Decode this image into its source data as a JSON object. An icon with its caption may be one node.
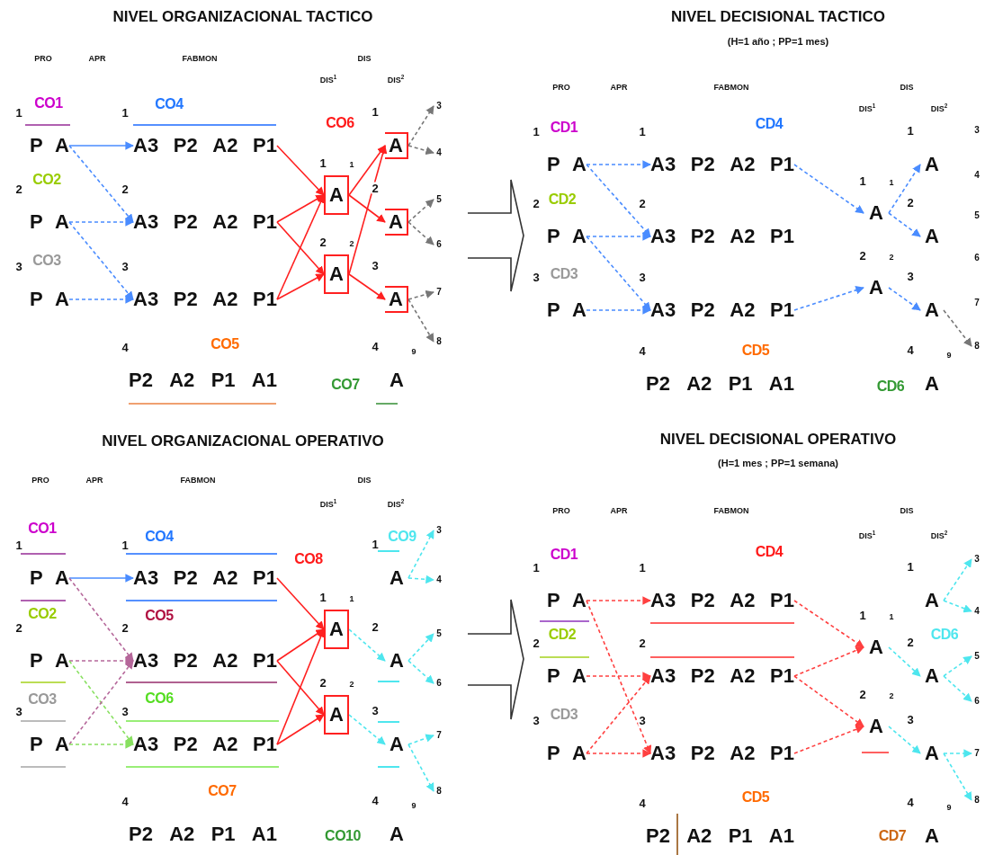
{
  "diagram": {
    "nodes": [
      {
        "text": [
          "P",
          "A"
        ],
        "beside": [
          "1"
        ]
      },
      {
        "text": [
          "P",
          "A"
        ],
        "beside": [
          "2"
        ]
      },
      {
        "text": [
          "P",
          "A"
        ],
        "beside": [
          "3"
        ]
      },
      {
        "text": [
          "A3",
          "P2",
          "A2",
          "P1"
        ],
        "beside": [
          "1"
        ]
      },
      {
        "text": [
          "A3",
          "P2",
          "A2",
          "P1"
        ],
        "beside": [
          "2"
        ]
      },
      {
        "text": [
          "A3",
          "P2",
          "A2",
          "P1"
        ],
        "beside": [
          "3"
        ]
      },
      {
        "text": [
          "P2",
          "A2",
          "P1",
          "A1"
        ],
        "beside": [
          "4"
        ]
      },
      {
        "text": [
          "A"
        ],
        "beside": [
          "1",
          "1"
        ]
      },
      {
        "text": [
          "A"
        ],
        "beside": [
          "2",
          "2"
        ]
      },
      {
        "text": [
          "A"
        ],
        "beside": [
          "1"
        ]
      },
      {
        "text": [
          "A"
        ],
        "beside": [
          "2"
        ]
      },
      {
        "text": [
          "A"
        ],
        "beside": [
          "3"
        ]
      },
      {
        "text": [
          "A"
        ],
        "beside": [
          "4",
          "9"
        ]
      },
      {
        "text": [
          "3"
        ]
      },
      {
        "text": [
          "4"
        ]
      },
      {
        "text": [
          "5"
        ]
      },
      {
        "text": [
          "6"
        ]
      },
      {
        "text": [
          "7"
        ]
      },
      {
        "text": [
          "8"
        ]
      },
      {
        "text": [
          "P",
          "A"
        ],
        "beside": [
          "1"
        ]
      },
      {
        "text": [
          "P",
          "A"
        ],
        "beside": [
          "2"
        ]
      },
      {
        "text": [
          "P",
          "A"
        ],
        "beside": [
          "3"
        ]
      },
      {
        "text": [
          "A3",
          "P2",
          "A2",
          "P1"
        ],
        "beside": [
          "1"
        ]
      },
      {
        "text": [
          "A3",
          "P2",
          "A2",
          "P1"
        ],
        "beside": [
          "2"
        ]
      },
      {
        "text": [
          "A3",
          "P2",
          "A2",
          "P1"
        ],
        "beside": [
          "3"
        ]
      },
      {
        "text": [
          "P2",
          "A2",
          "P1",
          "A1"
        ],
        "beside": [
          "4"
        ]
      },
      {
        "text": [
          "A"
        ],
        "beside": [
          "1",
          "1"
        ]
      },
      {
        "text": [
          "A"
        ],
        "beside": [
          "2",
          "2"
        ]
      },
      {
        "text": [
          "A"
        ],
        "beside": [
          "1"
        ]
      },
      {
        "text": [
          "A"
        ],
        "beside": [
          "2"
        ]
      },
      {
        "text": [
          "A"
        ],
        "beside": [
          "3"
        ]
      },
      {
        "text": [
          "A"
        ],
        "beside": [
          "4",
          "9"
        ]
      },
      {
        "text": [
          "3"
        ]
      },
      {
        "text": [
          "4"
        ]
      },
      {
        "text": [
          "5"
        ]
      },
      {
        "text": [
          "6"
        ]
      },
      {
        "text": [
          "7"
        ]
      },
      {
        "text": [
          "8"
        ]
      },
      {
        "text": [
          "P",
          "A"
        ],
        "beside": [
          "1"
        ]
      },
      {
        "text": [
          "P",
          "A"
        ],
        "beside": [
          "2"
        ]
      },
      {
        "text": [
          "P",
          "A"
        ],
        "beside": [
          "3"
        ]
      },
      {
        "text": [
          "A3",
          "P2",
          "A2",
          "P1"
        ],
        "beside": [
          "1"
        ]
      },
      {
        "text": [
          "A3",
          "P2",
          "A2",
          "P1"
        ],
        "beside": [
          "2"
        ]
      },
      {
        "text": [
          "A3",
          "P2",
          "A2",
          "P1"
        ],
        "beside": [
          "3"
        ]
      },
      {
        "text": [
          "P2",
          "A2",
          "P1",
          "A1"
        ],
        "beside": [
          "4"
        ]
      },
      {
        "text": [
          "A"
        ],
        "beside": [
          "1",
          "1"
        ]
      },
      {
        "text": [
          "A"
        ],
        "beside": [
          "2",
          "2"
        ]
      },
      {
        "text": [
          "A"
        ],
        "beside": [
          "1"
        ]
      },
      {
        "text": [
          "A"
        ],
        "beside": [
          "2"
        ]
      },
      {
        "text": [
          "A"
        ],
        "beside": [
          "3"
        ]
      },
      {
        "text": [
          "A"
        ],
        "beside": [
          "4",
          "9"
        ]
      },
      {
        "text": [
          "3"
        ]
      },
      {
        "text": [
          "4"
        ]
      },
      {
        "text": [
          "5"
        ]
      },
      {
        "text": [
          "6"
        ]
      },
      {
        "text": [
          "7"
        ]
      },
      {
        "text": [
          "8"
        ]
      },
      {
        "text": [
          "P",
          "A"
        ],
        "beside": [
          "1"
        ]
      },
      {
        "text": [
          "P",
          "A"
        ],
        "beside": [
          "2"
        ]
      },
      {
        "text": [
          "P",
          "A"
        ],
        "beside": [
          "3"
        ]
      },
      {
        "text": [
          "A3",
          "P2",
          "A2",
          "P1"
        ],
        "beside": [
          "1"
        ]
      },
      {
        "text": [
          "A3",
          "P2",
          "A2",
          "P1"
        ],
        "beside": [
          "2"
        ]
      },
      {
        "text": [
          "A3",
          "P2",
          "A2",
          "P1"
        ],
        "beside": [
          "3"
        ]
      },
      {
        "text": [
          "P2",
          "A2",
          "P1",
          "A1"
        ],
        "beside": [
          "4"
        ]
      },
      {
        "text": [
          "A"
        ],
        "beside": [
          "1",
          "1"
        ]
      },
      {
        "text": [
          "A"
        ],
        "beside": [
          "2",
          "2"
        ]
      },
      {
        "text": [
          "A"
        ],
        "beside": [
          "1"
        ]
      },
      {
        "text": [
          "A"
        ],
        "beside": [
          "2"
        ]
      },
      {
        "text": [
          "A"
        ],
        "beside": [
          "3"
        ]
      },
      {
        "text": [
          "A"
        ],
        "beside": [
          "4",
          "9"
        ]
      },
      {
        "text": [
          "3"
        ]
      },
      {
        "text": [
          "4"
        ]
      },
      {
        "text": [
          "5"
        ]
      },
      {
        "text": [
          "6"
        ]
      },
      {
        "text": [
          "7"
        ]
      },
      {
        "text": [
          "8"
        ]
      }
    ],
    "edges": [
      {
        "from": 0,
        "to": 3,
        "arrow": "to",
        "color": "#4a8cff"
      },
      {
        "from": 0,
        "to": 4,
        "arrow": "to",
        "style": "dashed",
        "color": "#4a8cff"
      },
      {
        "from": 1,
        "to": 4,
        "arrow": "to",
        "style": "dashed",
        "color": "#4a8cff"
      },
      {
        "from": 1,
        "to": 5,
        "arrow": "to",
        "style": "dashed",
        "color": "#4a8cff"
      },
      {
        "from": 2,
        "to": 5,
        "arrow": "to",
        "style": "dashed",
        "color": "#4a8cff"
      },
      {
        "from": 3,
        "to": 7,
        "arrow": "to",
        "color": "#ff2020"
      },
      {
        "from": 4,
        "to": 7,
        "arrow": "to",
        "color": "#ff2020"
      },
      {
        "from": 4,
        "to": 8,
        "arrow": "to",
        "color": "#ff2020"
      },
      {
        "from": 5,
        "to": 7,
        "arrow": "to",
        "color": "#ff2020"
      },
      {
        "from": 5,
        "to": 8,
        "arrow": "to",
        "color": "#ff2020"
      },
      {
        "from": 7,
        "to": 9,
        "arrow": "to",
        "color": "#ff2020"
      },
      {
        "from": 7,
        "to": 10,
        "arrow": "to",
        "color": "#ff2020"
      },
      {
        "from": 8,
        "to": 9,
        "arrow": "to",
        "color": "#ff2020"
      },
      {
        "from": 8,
        "to": 11,
        "arrow": "to",
        "color": "#ff2020"
      },
      {
        "from": 9,
        "to": 13,
        "arrow": "to",
        "style": "dashed",
        "color": "#777777"
      },
      {
        "from": 9,
        "to": 14,
        "arrow": "to",
        "style": "dashed",
        "color": "#777777"
      },
      {
        "from": 10,
        "to": 15,
        "arrow": "to",
        "style": "dashed",
        "color": "#777777"
      },
      {
        "from": 10,
        "to": 16,
        "arrow": "to",
        "style": "dashed",
        "color": "#777777"
      },
      {
        "from": 11,
        "to": 17,
        "arrow": "to",
        "style": "dashed",
        "color": "#777777"
      },
      {
        "from": 11,
        "to": 18,
        "arrow": "to",
        "style": "dashed",
        "color": "#777777"
      },
      {
        "from": 19,
        "to": 22,
        "arrow": "to",
        "style": "dashed",
        "color": "#4a8cff"
      },
      {
        "from": 19,
        "to": 23,
        "arrow": "to",
        "style": "dashed",
        "color": "#4a8cff"
      },
      {
        "from": 20,
        "to": 23,
        "arrow": "to",
        "style": "dashed",
        "color": "#4a8cff"
      },
      {
        "from": 20,
        "to": 24,
        "arrow": "to",
        "style": "dashed",
        "color": "#4a8cff"
      },
      {
        "from": 21,
        "to": 24,
        "arrow": "to",
        "style": "dashed",
        "color": "#4a8cff"
      },
      {
        "from": 22,
        "to": 26,
        "arrow": "to",
        "style": "dashed",
        "color": "#4a8cff"
      },
      {
        "from": 24,
        "to": 27,
        "arrow": "to",
        "style": "dashed",
        "color": "#4a8cff"
      },
      {
        "from": 26,
        "to": 28,
        "arrow": "to",
        "style": "dashed",
        "color": "#4a8cff"
      },
      {
        "from": 26,
        "to": 29,
        "arrow": "to",
        "style": "dashed",
        "color": "#4a8cff"
      },
      {
        "from": 27,
        "to": 30,
        "arrow": "to",
        "style": "dashed",
        "color": "#4a8cff"
      },
      {
        "from": 30,
        "to": 37,
        "arrow": "to",
        "style": "dashed",
        "color": "#777777"
      },
      {
        "from": 38,
        "to": 41,
        "arrow": "to",
        "color": "#4a8cff"
      },
      {
        "from": 38,
        "to": 42,
        "arrow": "to",
        "style": "dashed",
        "color": "#b5679a"
      },
      {
        "from": 39,
        "to": 42,
        "arrow": "to",
        "style": "dashed",
        "color": "#b5679a"
      },
      {
        "from": 39,
        "to": 43,
        "arrow": "to",
        "style": "dashed",
        "color": "#88e060"
      },
      {
        "from": 40,
        "to": 42,
        "arrow": "to",
        "style": "dashed",
        "color": "#b5679a"
      },
      {
        "from": 40,
        "to": 43,
        "arrow": "to",
        "style": "dashed",
        "color": "#88e060"
      },
      {
        "from": 41,
        "to": 45,
        "arrow": "to",
        "color": "#ff2020"
      },
      {
        "from": 42,
        "to": 45,
        "arrow": "to",
        "color": "#ff2020"
      },
      {
        "from": 42,
        "to": 46,
        "arrow": "to",
        "color": "#ff2020"
      },
      {
        "from": 43,
        "to": 45,
        "arrow": "to",
        "color": "#ff2020"
      },
      {
        "from": 43,
        "to": 46,
        "arrow": "to",
        "color": "#ff2020"
      },
      {
        "from": 45,
        "to": 48,
        "arrow": "to",
        "style": "dashed",
        "color": "#4ee6ee"
      },
      {
        "from": 46,
        "to": 49,
        "arrow": "to",
        "style": "dashed",
        "color": "#4ee6ee"
      },
      {
        "from": 47,
        "to": 51,
        "arrow": "to",
        "style": "dashed",
        "color": "#4ee6ee"
      },
      {
        "from": 47,
        "to": 52,
        "arrow": "to",
        "style": "dashed",
        "color": "#4ee6ee"
      },
      {
        "from": 48,
        "to": 53,
        "arrow": "to",
        "style": "dashed",
        "color": "#4ee6ee"
      },
      {
        "from": 48,
        "to": 54,
        "arrow": "to",
        "style": "dashed",
        "color": "#4ee6ee"
      },
      {
        "from": 49,
        "to": 55,
        "arrow": "to",
        "style": "dashed",
        "color": "#4ee6ee"
      },
      {
        "from": 49,
        "to": 56,
        "arrow": "to",
        "style": "dashed",
        "color": "#4ee6ee"
      },
      {
        "from": 57,
        "to": 60,
        "arrow": "to",
        "style": "dashed",
        "color": "#ff4040"
      },
      {
        "from": 58,
        "to": 61,
        "arrow": "to",
        "style": "dashed",
        "color": "#ff4040"
      },
      {
        "from": 59,
        "to": 61,
        "arrow": "to",
        "style": "dashed",
        "color": "#ff4040"
      },
      {
        "from": 57,
        "to": 62,
        "arrow": "to",
        "style": "dashed",
        "color": "#ff4040"
      },
      {
        "from": 59,
        "to": 62,
        "arrow": "to",
        "style": "dashed",
        "color": "#ff4040"
      },
      {
        "from": 60,
        "to": 64,
        "arrow": "to",
        "style": "dashed",
        "color": "#ff4040"
      },
      {
        "from": 61,
        "to": 64,
        "arrow": "to",
        "style": "dashed",
        "color": "#ff4040"
      },
      {
        "from": 61,
        "to": 65,
        "arrow": "to",
        "style": "dashed",
        "color": "#ff4040"
      },
      {
        "from": 62,
        "to": 65,
        "arrow": "to",
        "style": "dashed",
        "color": "#ff4040"
      },
      {
        "from": 64,
        "to": 67,
        "arrow": "to",
        "style": "dashed",
        "color": "#4ee6ee"
      },
      {
        "from": 65,
        "to": 68,
        "arrow": "to",
        "style": "dashed",
        "color": "#4ee6ee"
      },
      {
        "from": 66,
        "to": 70,
        "arrow": "to",
        "style": "dashed",
        "color": "#4ee6ee"
      },
      {
        "from": 66,
        "to": 71,
        "arrow": "to",
        "style": "dashed",
        "color": "#4ee6ee"
      },
      {
        "from": 67,
        "to": 72,
        "arrow": "to",
        "style": "dashed",
        "color": "#4ee6ee"
      },
      {
        "from": 67,
        "to": 73,
        "arrow": "to",
        "style": "dashed",
        "color": "#4ee6ee"
      },
      {
        "from": 68,
        "to": 74,
        "arrow": "to",
        "style": "dashed",
        "color": "#4ee6ee"
      },
      {
        "from": 68,
        "to": 75,
        "arrow": "to",
        "style": "dashed",
        "color": "#4ee6ee"
      }
    ],
    "labels": [
      "NIVEL ORGANIZACIONAL TACTICO",
      "PRO",
      "APR",
      "FABMON",
      "DIS",
      "DIS$^{1}$",
      "DIS$^{2}$",
      "CO1",
      "CO4",
      "CO6",
      "CO2",
      "CO3",
      "CO5",
      "CO7",
      "NIVEL DECISIONAL TACTICO",
      "(H=1 año ; PP=1 mes)",
      "PRO",
      "APR",
      "FABMON",
      "DIS",
      "DIS$^{1}$",
      "DIS$^{2}$",
      "CD1",
      "CD4",
      "CD2",
      "CD3",
      "CD5",
      "CD6",
      "NIVEL ORGANIZACIONAL OPERATIVO",
      "PRO",
      "APR",
      "FABMON",
      "DIS",
      "DIS$^{1}$",
      "DIS$^{2}$",
      "CO1",
      "CO4",
      "CO8",
      "CO9",
      "CO2",
      "CO5",
      "CO3",
      "CO6",
      "CO7",
      "CO10",
      "NIVEL DECISIONAL OPERATIVO",
      "(H=1 mes ; PP=1 semana)",
      "PRO",
      "APR",
      "FABMON",
      "DIS",
      "DIS$^{1}$",
      "DIS$^{2}$",
      "CD1",
      "CD4",
      "CD2",
      "CD6",
      "CD3",
      "CD5",
      "CD7"
    ]
  }
}
